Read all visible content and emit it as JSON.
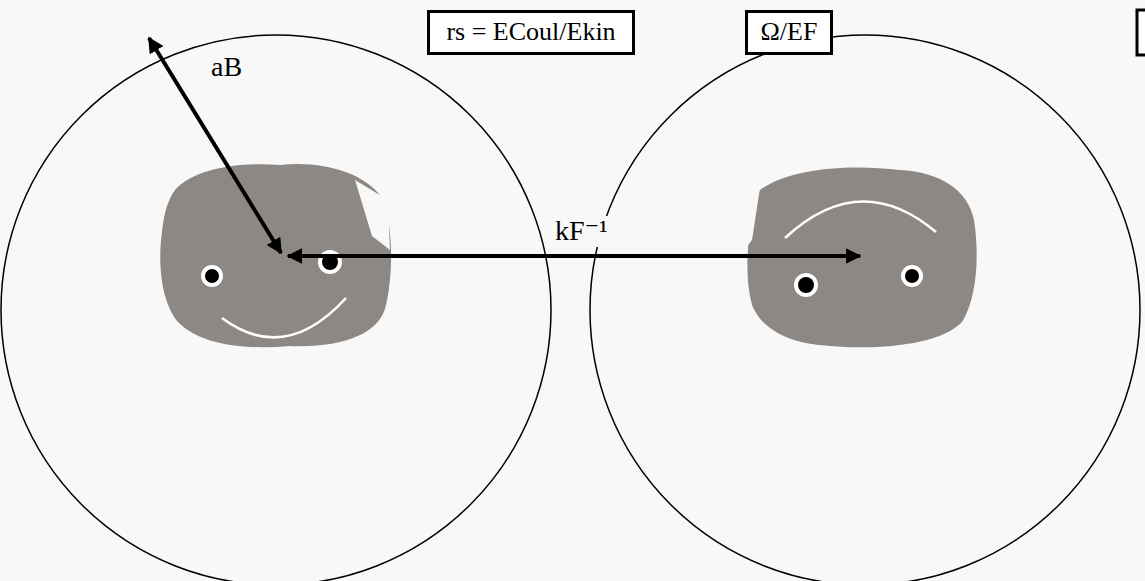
{
  "diagram": {
    "nodes": [
      {
        "text": [
          "rs = ECoul/Ekin"
        ]
      },
      {
        "text": [
          "Ω/EF"
        ]
      }
    ],
    "labels": [
      "aB",
      "kF⁻¹"
    ]
  }
}
